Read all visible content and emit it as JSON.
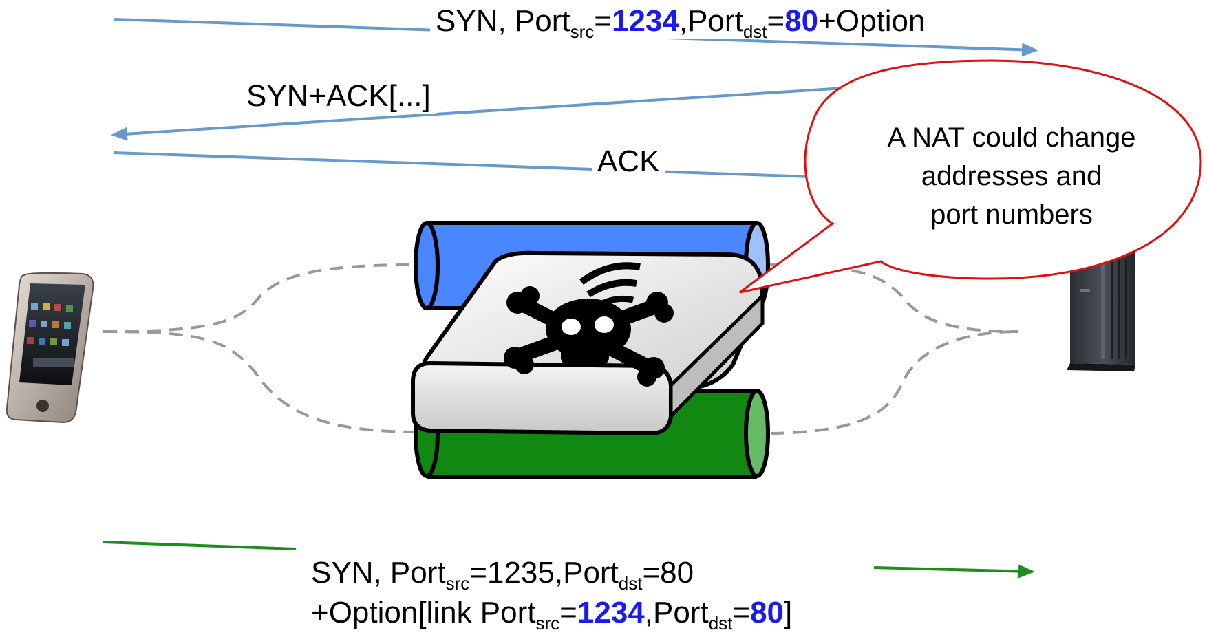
{
  "messages": {
    "syn": {
      "prefix": "SYN, Port",
      "src_sub": "src",
      "eq1": "=",
      "src_port": "1234",
      "mid": ",Port",
      "dst_sub": "dst",
      "eq2": "=",
      "dst_port": "80",
      "suffix": "+Option"
    },
    "synack": {
      "text": "SYN+ACK[...]"
    },
    "ack": {
      "text": "ACK"
    },
    "subflow": {
      "line1_prefix": "SYN, Port",
      "line1_src_sub": "src",
      "line1_src": "=1235",
      "line1_mid": ",Port",
      "line1_dst_sub": "dst",
      "line1_dst": "=80",
      "line2_prefix": "+Option[link Port",
      "line2_src_sub": "src",
      "line2_eq1": "=",
      "line2_src_port": "1234",
      "line2_mid": ",Port",
      "line2_dst_sub": "dst",
      "line2_eq2": "=",
      "line2_dst_port": "80",
      "line2_suffix": "]"
    }
  },
  "callout": {
    "line1": "A NAT could change",
    "line2": "addresses and",
    "line3": "port numbers"
  },
  "colors": {
    "first_flow_arrow": "#6699cc",
    "second_flow_arrow": "#1e8c1e",
    "highlight_port": "#1b1bf0",
    "callout_border": "#e01010",
    "top_pipe": "#4a86ff",
    "bottom_pipe": "#118811",
    "path_dashes": "#999999"
  },
  "icons": [
    "smartphone-icon",
    "server-tower-icon",
    "nat-middlebox-icon",
    "skull-crossbones-icon"
  ]
}
